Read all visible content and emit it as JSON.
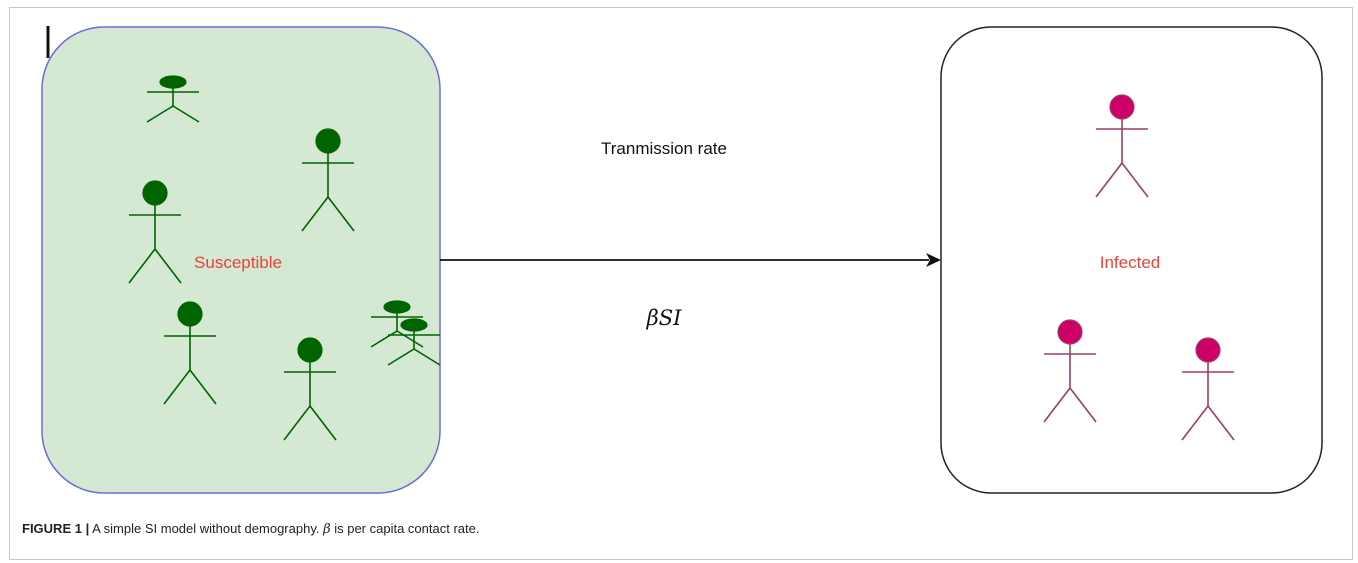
{
  "diagram": {
    "susceptible_label": "Susceptible",
    "infected_label": "Infected",
    "arrow_label_top": "Tranmission rate",
    "arrow_label_bottom": "βSI",
    "colors": {
      "susceptible_fill": "#d5e8d4",
      "susceptible_border": "#6c6cd6",
      "susceptible_person": "#006400",
      "infected_person_head": "#cc0066",
      "infected_person_body": "#9b3d6e",
      "label_red": "#e8423f",
      "box_border": "#222222"
    }
  },
  "caption": {
    "prefix": "FIGURE 1 |",
    "text_before_beta": " A simple SI model without demography. ",
    "beta": "β",
    "text_after_beta": " is per capita contact rate."
  }
}
